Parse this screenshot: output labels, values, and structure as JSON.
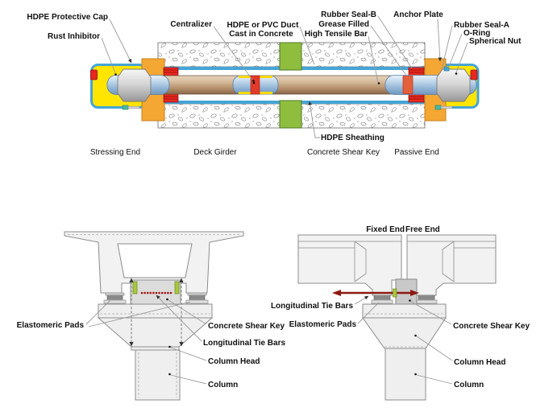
{
  "top": {
    "labels": {
      "hdpe_protective_cap": "HDPE Protective Cap",
      "rust_inhibitor": "Rust Inhibitor",
      "centralizer": "Centralizer",
      "duct_line1": "HDPE or PVC Duct",
      "duct_line2": "Cast in Concrete",
      "rubber_seal_b": "Rubber Seal-B",
      "grease_filled": "Grease Filled",
      "high_tensile_bar": "High Tensile Bar",
      "anchor_plate": "Anchor Plate",
      "rubber_seal_a": "Rubber Seal-A",
      "o_ring": "O-Ring",
      "spherical_nut": "Spherical Nut",
      "hdpe_sheathing": "HDPE Sheathing"
    },
    "zones": {
      "stressing_end": "Stressing End",
      "deck_girder": "Deck Girder",
      "concrete_shear_key": "Concrete Shear Key",
      "passive_end": "Passive End"
    }
  },
  "bottom_left": {
    "labels": {
      "elastomeric_pads": "Elastomeric Pads",
      "concrete_shear_key": "Concrete Shear Key",
      "longitudinal_tie_bars": "Longitudinal Tie Bars",
      "column_head": "Column Head",
      "column": "Column"
    }
  },
  "bottom_right": {
    "labels": {
      "fixed_end": "Fixed End",
      "free_end": "Free End",
      "longitudinal_tie_bars": "Longitudinal Tie Bars",
      "elastomeric_pads": "Elastomeric Pads",
      "concrete_shear_key": "Concrete Shear Key",
      "column_head": "Column Head",
      "column": "Column"
    }
  },
  "colors": {
    "cap_yellow": "#FFE500",
    "duct_blue": "#45A5D6",
    "anchor_orange": "#F5A733",
    "seal_red": "#E8281E",
    "centralizer_green": "#8FBE3F",
    "tie_bar_red": "#8C1A12",
    "bar_tan": "#C3A084",
    "sleeve_blue": "#9FBEDC"
  }
}
